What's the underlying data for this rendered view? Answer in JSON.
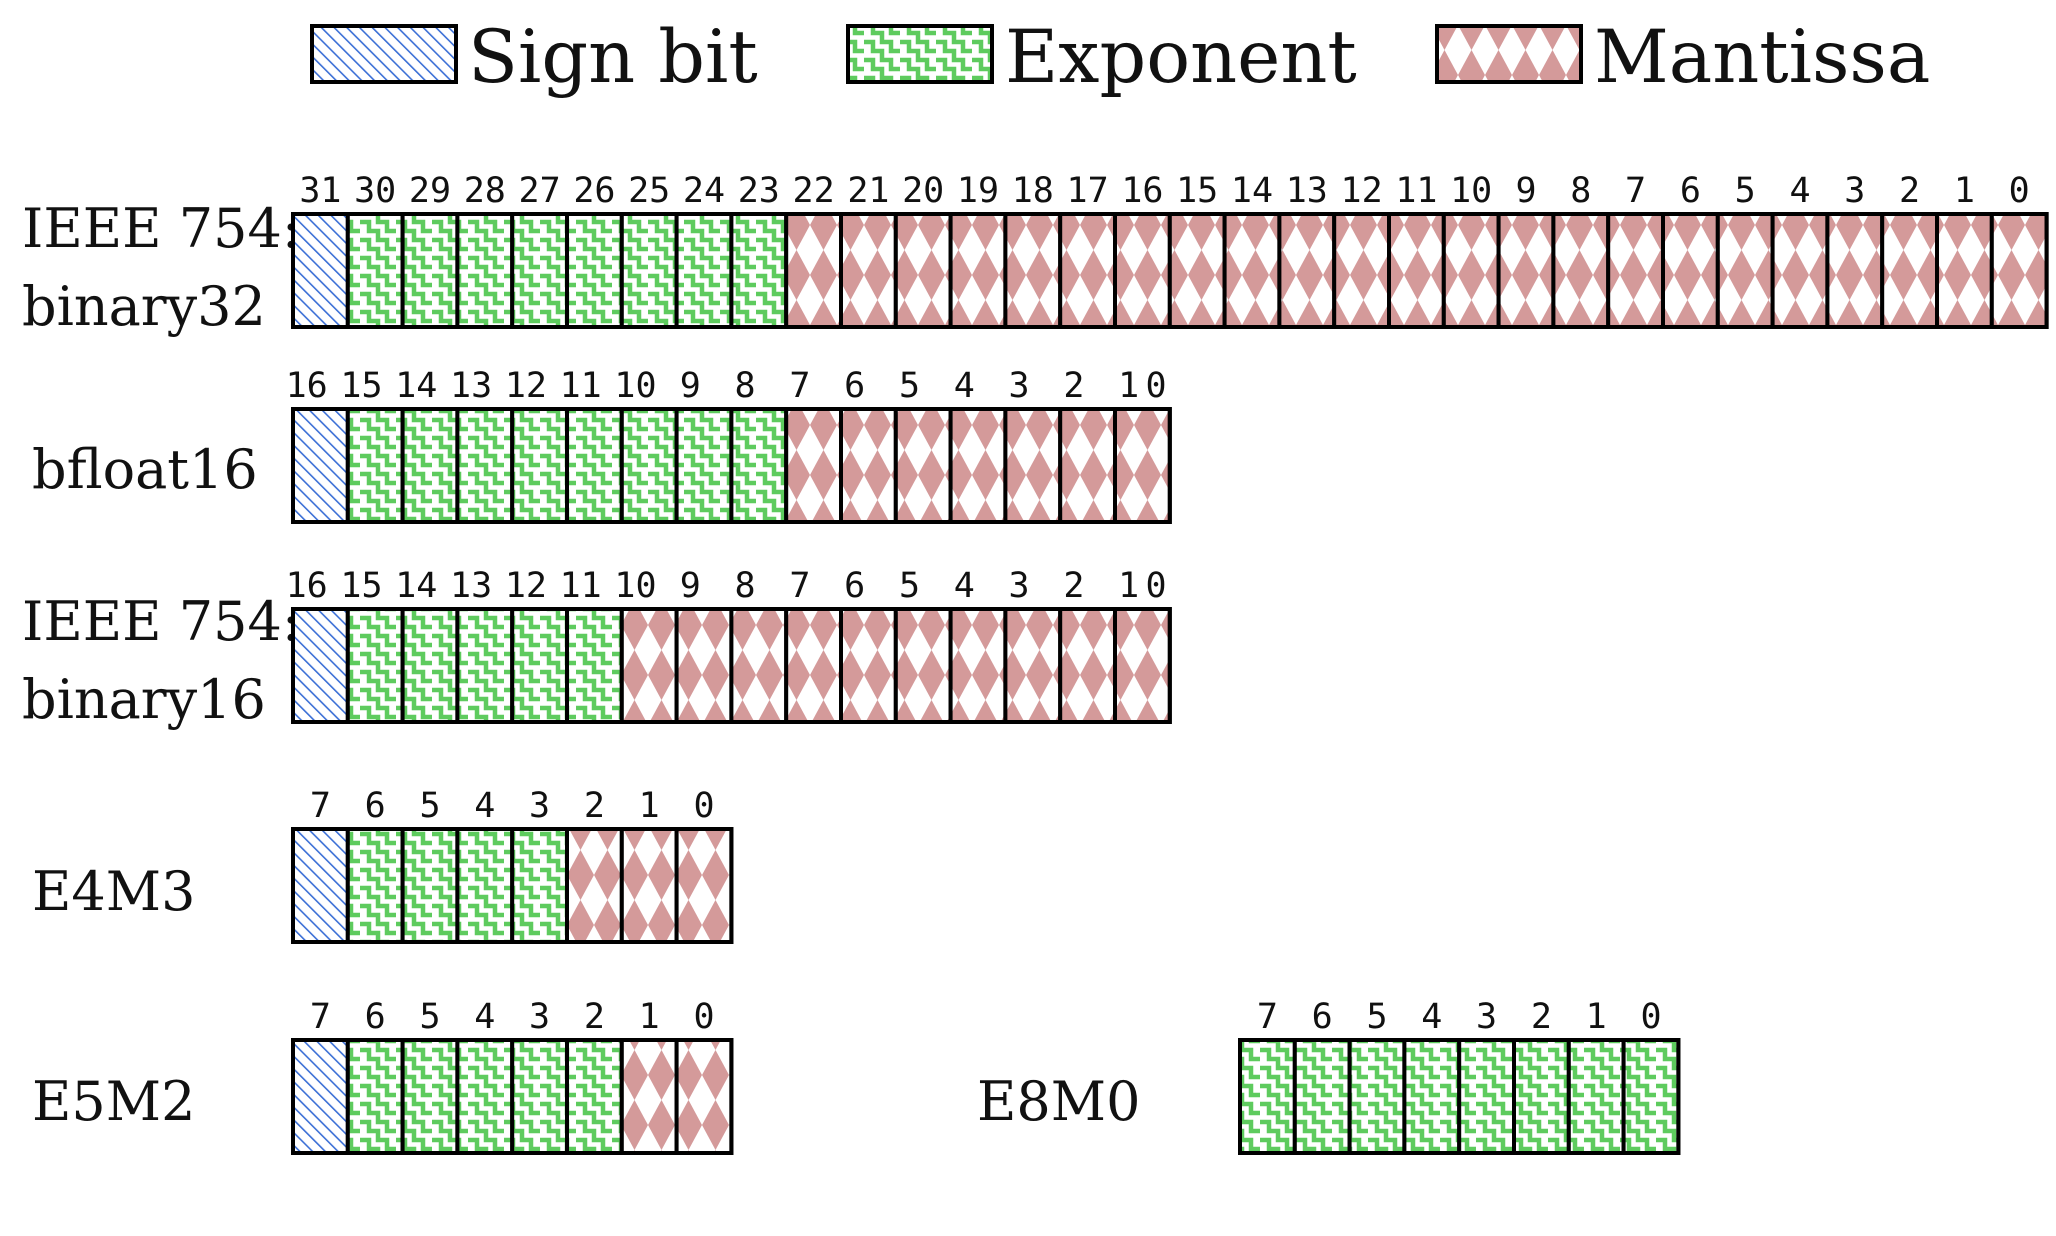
{
  "colors": {
    "sign": "#3b6fd6",
    "exponent": "#5ecb5e",
    "mantissa": "#d49a9a",
    "border": "#000000"
  },
  "legend": [
    {
      "key": "sign",
      "label": "Sign bit"
    },
    {
      "key": "exponent",
      "label": "Exponent"
    },
    {
      "key": "mantissa",
      "label": "Mantissa"
    }
  ],
  "formats": [
    {
      "name": "binary32",
      "label_lines": [
        "IEEE 754:",
        "binary32"
      ],
      "total_bits": 32,
      "sign": 1,
      "exponent": 8,
      "mantissa": 23,
      "bit_labels": [
        "31",
        "30",
        "29",
        "28",
        "27",
        "26",
        "25",
        "24",
        "23",
        "22",
        "21",
        "20",
        "19",
        "18",
        "17",
        "16",
        "15",
        "14",
        "13",
        "12",
        "11",
        "10",
        "9",
        "8",
        "7",
        "6",
        "5",
        "4",
        "3",
        "2",
        "1",
        "0"
      ]
    },
    {
      "name": "bfloat16",
      "label_lines": [
        "bfloat16"
      ],
      "total_bits": 16,
      "sign": 1,
      "exponent": 8,
      "mantissa": 7,
      "bit_labels": [
        "16",
        "15",
        "14",
        "13",
        "12",
        "11",
        "10",
        "9",
        "8",
        "7",
        "6",
        "5",
        "4",
        "3",
        "2",
        "1",
        "0"
      ]
    },
    {
      "name": "binary16",
      "label_lines": [
        "IEEE 754:",
        "binary16"
      ],
      "total_bits": 16,
      "sign": 1,
      "exponent": 5,
      "mantissa": 10,
      "bit_labels": [
        "16",
        "15",
        "14",
        "13",
        "12",
        "11",
        "10",
        "9",
        "8",
        "7",
        "6",
        "5",
        "4",
        "3",
        "2",
        "1",
        "0"
      ]
    },
    {
      "name": "E4M3",
      "label_lines": [
        "E4M3"
      ],
      "total_bits": 8,
      "sign": 1,
      "exponent": 4,
      "mantissa": 3,
      "bit_labels": [
        "7",
        "6",
        "5",
        "4",
        "3",
        "2",
        "1",
        "0"
      ]
    },
    {
      "name": "E5M2",
      "label_lines": [
        "E5M2"
      ],
      "total_bits": 8,
      "sign": 1,
      "exponent": 5,
      "mantissa": 2,
      "bit_labels": [
        "7",
        "6",
        "5",
        "4",
        "3",
        "2",
        "1",
        "0"
      ]
    },
    {
      "name": "E8M0",
      "label_lines": [
        "E8M0"
      ],
      "total_bits": 8,
      "sign": 0,
      "exponent": 8,
      "mantissa": 0,
      "bit_labels": [
        "7",
        "6",
        "5",
        "4",
        "3",
        "2",
        "1",
        "0"
      ]
    }
  ]
}
